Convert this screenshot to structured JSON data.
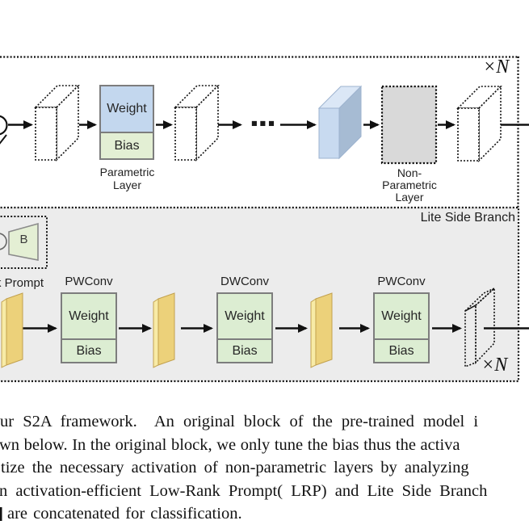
{
  "original_block": {
    "repeat_label": "×N",
    "ellipsis": "■■■",
    "parametric": {
      "weight": "Weight",
      "bias": "Bias",
      "caption": [
        "Parametric",
        "Layer"
      ]
    },
    "non_parametric": {
      "caption": [
        "Non-",
        "Parametric",
        "Layer"
      ]
    }
  },
  "side_branch": {
    "title": "Lite Side Branch",
    "repeat_label": "×N",
    "prompt": {
      "matrix_label": "B",
      "caption": "k Prompt"
    },
    "convs": [
      {
        "title": "PWConv",
        "weight": "Weight",
        "bias": "Bias"
      },
      {
        "title": "DWConv",
        "weight": "Weight",
        "bias": "Bias"
      },
      {
        "title": "PWConv",
        "weight": "Weight",
        "bias": "Bias"
      }
    ]
  },
  "caption": {
    "lines": [
      "ur S2A framework.  An original block of the pre-trained model i",
      "wn below. In the original block, we only tune the bias thus the activa",
      "tize the necessary activation of non-parametric layers by analyzing",
      "n activation-efficient Low-Rank Prompt( LRP) and Lite Side Branch",
      "are concatenated for classification."
    ]
  },
  "colors": {
    "weight_blue": "#c3d7ee",
    "bias_green": "#e3efd4",
    "side_green": "#dcedd2",
    "box_border": "#7d7d7d",
    "panel_gray": "#ececec",
    "nonparam_gray": "#d9d9d9",
    "slab_blue_front": "#c8daf0",
    "slab_blue_side": "#a6bbd3",
    "slab_blue_top": "#dbe7f6",
    "slab_yellow_face": "#ecd17a",
    "slab_yellow_edge": "#f8eba6"
  }
}
